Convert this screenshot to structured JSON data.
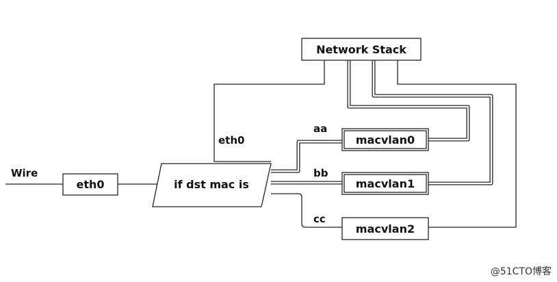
{
  "nodes": {
    "network_stack": "Network Stack",
    "eth0": "eth0",
    "decision": "if dst mac is",
    "macvlan0": "macvlan0",
    "macvlan1": "macvlan1",
    "macvlan2": "macvlan2"
  },
  "labels": {
    "wire": "Wire",
    "eth0_link": "eth0",
    "aa": "aa",
    "bb": "bb",
    "cc": "cc"
  },
  "watermark": "@51CTO博客"
}
